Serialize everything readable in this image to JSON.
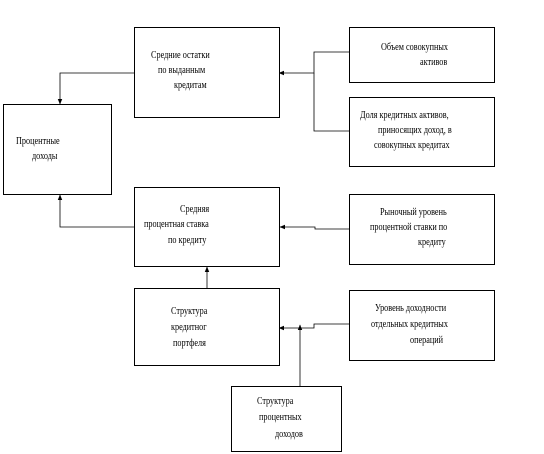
{
  "nodes": {
    "avg_balances": {
      "lines": [
        "Средние остатки",
        "по выданным",
        "кредитам"
      ]
    },
    "total_assets": {
      "lines": [
        "Объем совокупных",
        "активов"
      ]
    },
    "credit_share": {
      "lines": [
        "Доля кредитных активов,",
        "приносящих доход, в",
        "совокупных кредитах"
      ]
    },
    "interest_income": {
      "lines": [
        "Процентные",
        "доходы"
      ]
    },
    "avg_rate": {
      "lines": [
        "Средняя",
        "процентная ставка",
        "по кредиту"
      ]
    },
    "market_rate": {
      "lines": [
        "Рыночный уровень",
        "процентной ставки по",
        "кредиту"
      ]
    },
    "portfolio_structure": {
      "lines": [
        "Структура",
        "кредитног",
        "портфеля"
      ]
    },
    "op_yield": {
      "lines": [
        "Уровень доходности",
        "отдельных кредитных",
        "операций"
      ]
    },
    "income_structure": {
      "lines": [
        "Структура",
        "процентных",
        "доходов"
      ]
    }
  }
}
